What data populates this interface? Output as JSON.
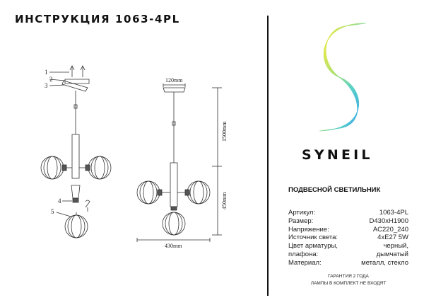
{
  "title": "ИНСТРУКЦИЯ 1063-4PL",
  "brand": "SYNEIL",
  "dimensions": {
    "top_width": "120mm",
    "cable_length": "1500mm",
    "body_height": "450mm",
    "total_width": "430mm"
  },
  "callouts": [
    "1",
    "2",
    "3",
    "4",
    "5"
  ],
  "product_type": "ПОДВЕСНОЙ СВЕТИЛЬНИК",
  "specs": [
    {
      "label": "Артикул:",
      "value": "1063-4PL"
    },
    {
      "label": "Размер:",
      "value": "D430xH1900"
    },
    {
      "label": "Напряжение:",
      "value": "AC220_240"
    },
    {
      "label": "Источник света:",
      "value": "4xE27 5W"
    },
    {
      "label": "Цвет арматуры, плафона:",
      "value": "черный, дымчатый"
    },
    {
      "label": "Материал:",
      "value": "металл, стекло"
    }
  ],
  "footer": {
    "line1": "ГАРАНТИЯ 2 ГОДА",
    "line2": "ЛАМПЫ В КОМПЛЕКТ НЕ ВХОДЯТ"
  },
  "logo_colors": [
    "#f2ea3c",
    "#a9e07a",
    "#5ad1c7",
    "#3fa9e8"
  ]
}
